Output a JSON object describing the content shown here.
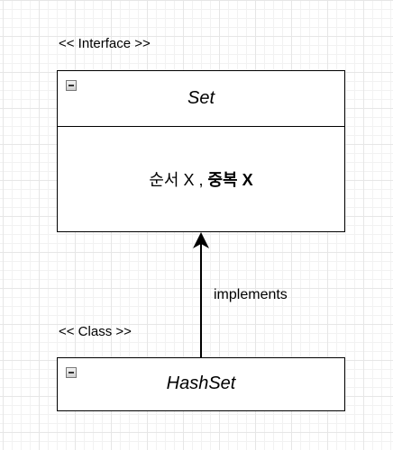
{
  "interface_box": {
    "stereotype": "<< Interface >>",
    "name": "Set",
    "body_text": "순서 X , ",
    "body_bold": "중복 X"
  },
  "class_box": {
    "stereotype": "<< Class >>",
    "name": "HashSet"
  },
  "relation": {
    "label": "implements"
  }
}
